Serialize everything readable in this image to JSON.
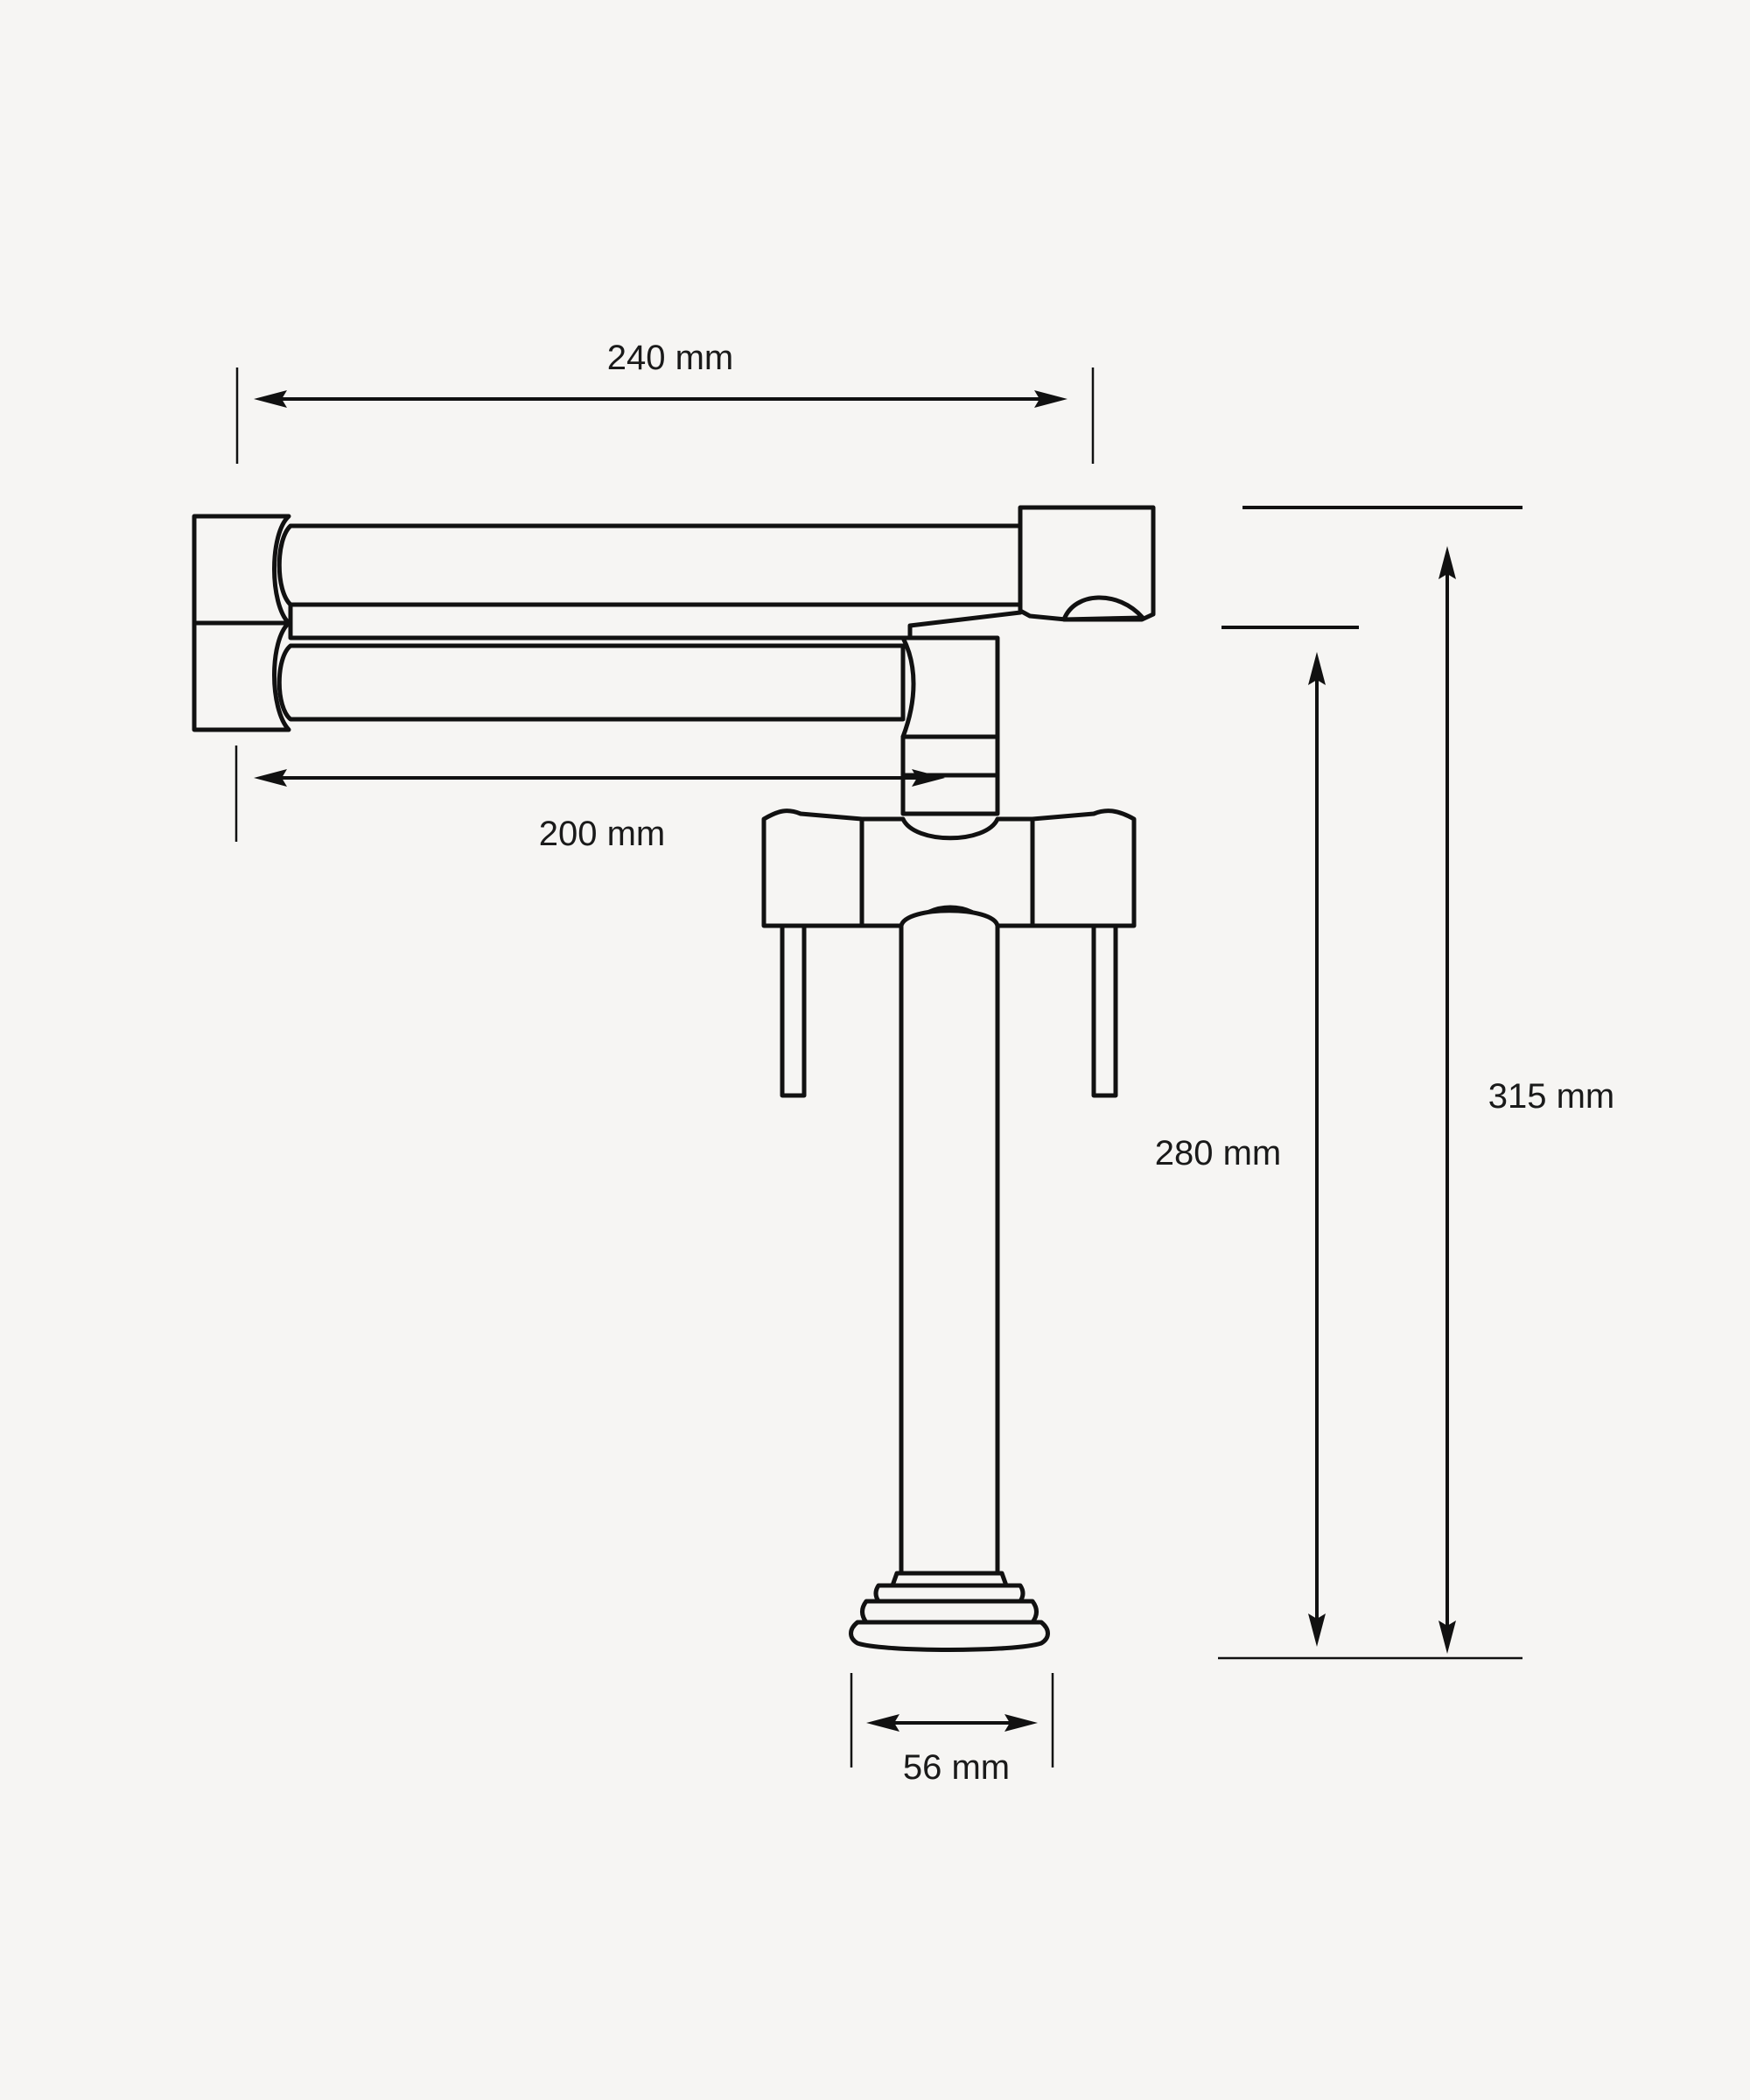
{
  "diagram": {
    "subject": "wall-mounted folding pot filler faucet",
    "colors": {
      "background": "#f6f5f3",
      "ink": "#111111"
    },
    "dimensions": {
      "arm_full_length": "240 mm",
      "arm_inner_length": "200 mm",
      "base_diameter": "56 mm",
      "spout_height": "280 mm",
      "total_height": "315 mm"
    }
  }
}
